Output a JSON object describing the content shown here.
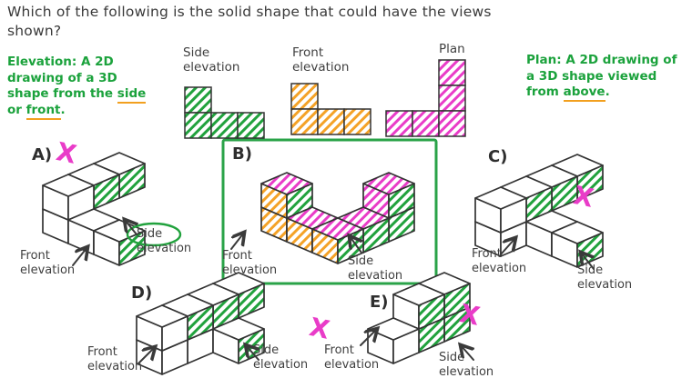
{
  "title": "Which of the following is the solid shape that could have the views\nshown?",
  "notes": {
    "elevation": {
      "pre": "Elevation: A 2D drawing of a 3D shape from the ",
      "u1": "side",
      "mid": " or ",
      "u2": "front",
      "post": "."
    },
    "plan": {
      "pre": "Plan: A 2D drawing of a 3D shape viewed from ",
      "u1": "above",
      "post": "."
    }
  },
  "views": [
    {
      "name": "side-elevation",
      "label": "Side\nelevation",
      "color": "green",
      "cells": [
        [
          0,
          0
        ],
        [
          0,
          1
        ],
        [
          1,
          1
        ],
        [
          2,
          1
        ]
      ]
    },
    {
      "name": "front-elevation",
      "label": "Front\nelevation",
      "color": "orange",
      "cells": [
        [
          0,
          0
        ],
        [
          0,
          1
        ],
        [
          1,
          1
        ],
        [
          2,
          1
        ]
      ]
    },
    {
      "name": "plan",
      "label": "Plan",
      "color": "pink",
      "cells": [
        [
          2,
          0
        ],
        [
          2,
          1
        ],
        [
          0,
          2
        ],
        [
          1,
          2
        ],
        [
          2,
          2
        ]
      ]
    }
  ],
  "labels": {
    "front_elevation": "Front\nelevation",
    "side_elevation": "Side\nelevation",
    "wrong_mark": "X"
  },
  "colors": {
    "green": "#21a23d",
    "orange": "#f4a227",
    "pink": "#e93cc8",
    "box_green": "#2aa348",
    "ink": "#333333"
  },
  "options": [
    {
      "letter": "A)",
      "wrong": true,
      "correct": false,
      "cubes": [
        {
          "i": 0,
          "j": 0,
          "k": 0
        },
        {
          "i": 0,
          "j": 0,
          "k": 1
        },
        {
          "i": 1,
          "j": 0,
          "k": 1,
          "r": "green"
        },
        {
          "i": 2,
          "j": 0,
          "k": 1,
          "r": "green"
        },
        {
          "i": 0,
          "j": 1,
          "k": 0
        },
        {
          "i": 0,
          "j": 2,
          "k": 0,
          "r": "green"
        }
      ]
    },
    {
      "letter": "B)",
      "wrong": false,
      "correct": true,
      "cubes": [
        {
          "i": 0,
          "j": 0,
          "k": 0,
          "l": "orange"
        },
        {
          "i": 0,
          "j": 0,
          "k": 1,
          "l": "orange",
          "r": "green",
          "t": "pink"
        },
        {
          "i": 0,
          "j": 1,
          "k": 0,
          "l": "orange",
          "t": "pink"
        },
        {
          "i": 0,
          "j": 2,
          "k": 0,
          "l": "orange",
          "r": "green",
          "t": "pink"
        },
        {
          "i": 1,
          "j": 2,
          "k": 0,
          "r": "green",
          "t": "pink"
        },
        {
          "i": 2,
          "j": 2,
          "k": 0,
          "r": "green"
        },
        {
          "i": 2,
          "j": 2,
          "k": 1,
          "l": "pink",
          "r": "green",
          "t": "pink"
        }
      ]
    },
    {
      "letter": "C)",
      "wrong": true,
      "correct": false,
      "cubes": [
        {
          "i": 0,
          "j": 0,
          "k": 0
        },
        {
          "i": 0,
          "j": 0,
          "k": 1
        },
        {
          "i": 1,
          "j": 0,
          "k": 0
        },
        {
          "i": 1,
          "j": 0,
          "k": 1,
          "r": "green"
        },
        {
          "i": 2,
          "j": 0,
          "k": 1,
          "r": "green"
        },
        {
          "i": 3,
          "j": 0,
          "k": 1,
          "r": "green"
        },
        {
          "i": 1,
          "j": 1,
          "k": 0
        },
        {
          "i": 1,
          "j": 2,
          "k": 0,
          "r": "green"
        }
      ]
    },
    {
      "letter": "D)",
      "wrong": true,
      "correct": false,
      "cubes": [
        {
          "i": 0,
          "j": 0,
          "k": 0
        },
        {
          "i": 1,
          "j": 0,
          "k": 0
        },
        {
          "i": 2,
          "j": 0,
          "k": 0
        },
        {
          "i": 0,
          "j": 0,
          "k": 1
        },
        {
          "i": 1,
          "j": 0,
          "k": 1,
          "r": "green"
        },
        {
          "i": 2,
          "j": 0,
          "k": 1,
          "r": "green"
        },
        {
          "i": 3,
          "j": 0,
          "k": 1,
          "r": "green"
        },
        {
          "i": 2,
          "j": 1,
          "k": 0,
          "r": "green"
        }
      ]
    },
    {
      "letter": "E)",
      "wrong": true,
      "correct": false,
      "cubes": [
        {
          "i": 0,
          "j": 0,
          "k": 0
        },
        {
          "i": 1,
          "j": 0,
          "k": 0,
          "r": "green"
        },
        {
          "i": 1,
          "j": 0,
          "k": 1,
          "r": "green"
        },
        {
          "i": 2,
          "j": 0,
          "k": 0,
          "r": "green"
        },
        {
          "i": 2,
          "j": 0,
          "k": 1,
          "r": "green"
        }
      ]
    }
  ]
}
